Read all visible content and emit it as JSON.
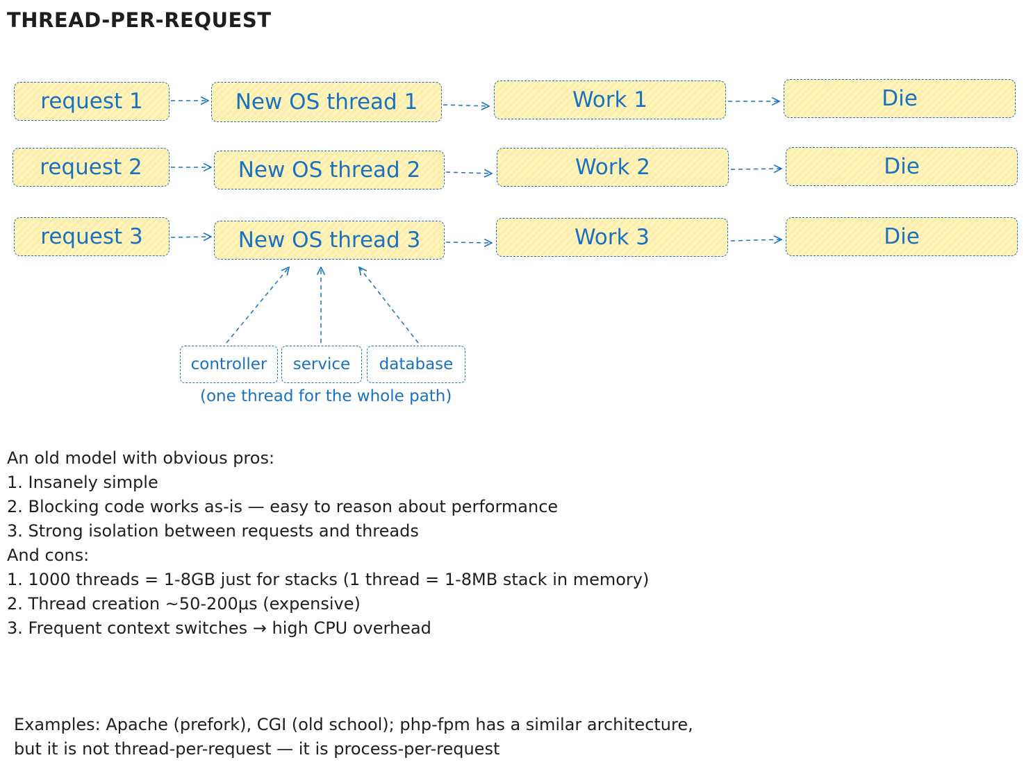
{
  "title": "THREAD-PER-REQUEST",
  "rows": [
    {
      "request": "request 1",
      "thread": "New OS thread 1",
      "work": "Work 1",
      "end": "Die"
    },
    {
      "request": "request 2",
      "thread": "New OS thread 2",
      "work": "Work 2",
      "end": "Die"
    },
    {
      "request": "request 3",
      "thread": "New OS thread 3",
      "work": "Work 3",
      "end": "Die"
    }
  ],
  "layers": [
    "controller",
    "service",
    "database"
  ],
  "layers_caption": "(one thread for the whole path)",
  "notes": [
    "An old model with obvious pros:",
    "1. Insanely simple",
    "2. Blocking code works as-is — easy to reason about performance",
    "3. Strong isolation between requests and threads",
    "And cons:",
    "1. 1000 threads = 1-8GB just for stacks (1 thread = 1-8MB stack in memory)",
    "2. Thread creation ~50-200µs (expensive)",
    "3. Frequent context switches → high CPU overhead"
  ],
  "examples": [
    "Examples: Apache (prefork), CGI (old school); php-fpm has a similar architecture,",
    "but it is not thread-per-request — it is process-per-request"
  ],
  "colors": {
    "accent": "#1971c2",
    "box_fill": "#fff3bf",
    "text": "#1e1e1e"
  }
}
